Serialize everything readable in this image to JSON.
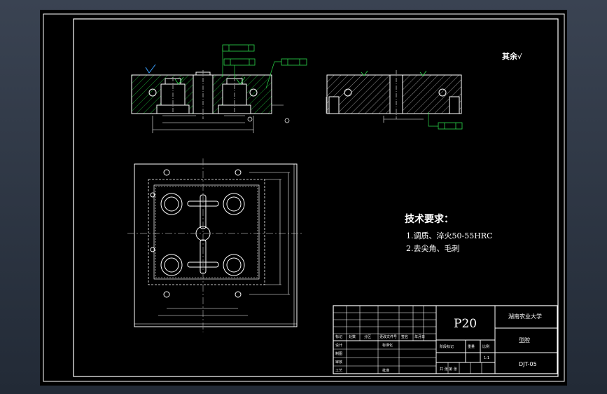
{
  "technical_requirements": {
    "title": "技术要求：",
    "items": [
      "1.调质、淬火50-55HRC",
      "2.去尖角、毛刺"
    ]
  },
  "surface_note": "其余",
  "title_block": {
    "drawing_number": "P20",
    "school": "湖南农业大学",
    "part_name": "型腔",
    "code": "DJT-05",
    "scale": "1:1",
    "labels": {
      "mark": "标记",
      "count": "处数",
      "zone": "分区",
      "change_doc": "更改文件号",
      "signature": "签名",
      "date": "年月日",
      "design": "设计",
      "standardization": "标准化",
      "stage_mark": "阶段标记",
      "weight": "重量",
      "ratio": "比例",
      "drafting": "制图",
      "review": "审核",
      "process": "工艺",
      "approve": "批准",
      "sheets": "共 张 第 张"
    }
  },
  "colors": {
    "sheet": "#000000",
    "lines": "#ffffff",
    "hatch": "#1fbf3a",
    "annotation": "#2bd94a",
    "center": "#9a9a9a"
  }
}
